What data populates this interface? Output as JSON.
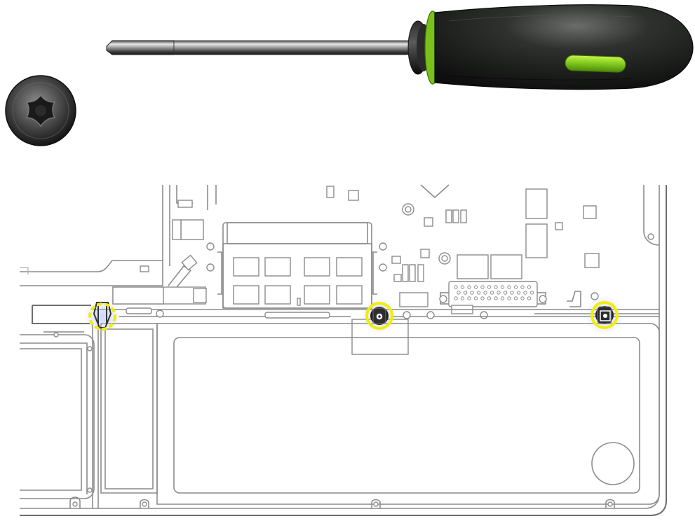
{
  "figure": {
    "tool": "torx-screwdriver",
    "screw_type": "torx-screw",
    "screws": [
      {
        "id": "left-screw",
        "highlight": "dashed"
      },
      {
        "id": "center-screw",
        "highlight": "solid"
      },
      {
        "id": "right-screw",
        "highlight": "solid"
      }
    ],
    "highlight_color": "#f2ee00",
    "handle_color": "#1c1f1c",
    "accent_color": "#7ec81d"
  }
}
